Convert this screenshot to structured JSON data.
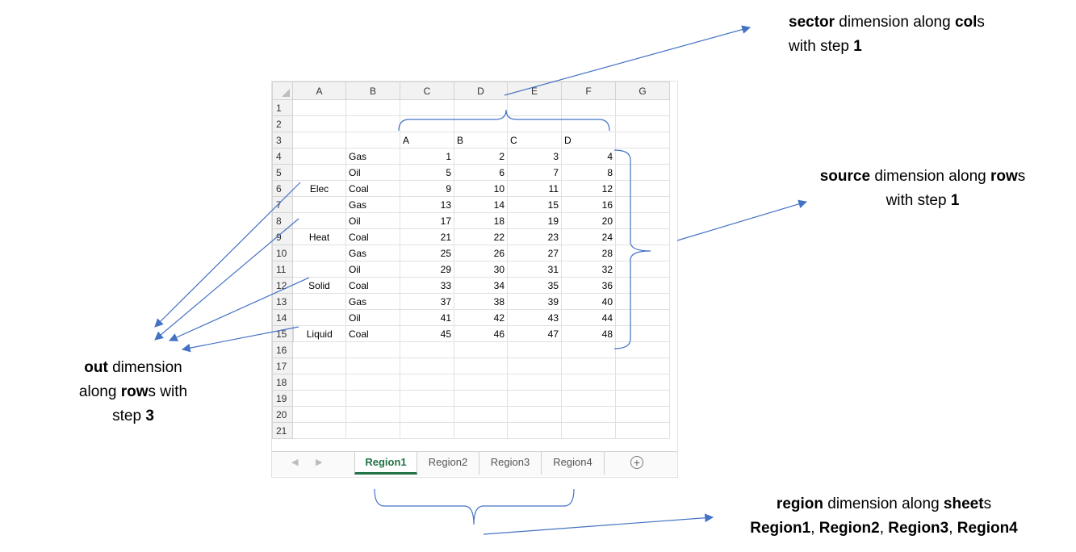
{
  "columns": [
    "A",
    "B",
    "C",
    "D",
    "E",
    "F",
    "G"
  ],
  "row_numbers": [
    "1",
    "2",
    "3",
    "4",
    "5",
    "6",
    "7",
    "8",
    "9",
    "10",
    "11",
    "12",
    "13",
    "14",
    "15",
    "16",
    "17",
    "18",
    "19",
    "20",
    "21"
  ],
  "cells": [
    [
      "",
      "",
      "",
      "",
      "",
      "",
      ""
    ],
    [
      "",
      "",
      "",
      "",
      "",
      "",
      ""
    ],
    [
      "",
      "",
      "A",
      "B",
      "C",
      "D",
      ""
    ],
    [
      "",
      "Gas",
      "1",
      "2",
      "3",
      "4",
      ""
    ],
    [
      "",
      "Oil",
      "5",
      "6",
      "7",
      "8",
      ""
    ],
    [
      "Elec",
      "Coal",
      "9",
      "10",
      "11",
      "12",
      ""
    ],
    [
      "",
      "Gas",
      "13",
      "14",
      "15",
      "16",
      ""
    ],
    [
      "",
      "Oil",
      "17",
      "18",
      "19",
      "20",
      ""
    ],
    [
      "Heat",
      "Coal",
      "21",
      "22",
      "23",
      "24",
      ""
    ],
    [
      "",
      "Gas",
      "25",
      "26",
      "27",
      "28",
      ""
    ],
    [
      "",
      "Oil",
      "29",
      "30",
      "31",
      "32",
      ""
    ],
    [
      "Solid",
      "Coal",
      "33",
      "34",
      "35",
      "36",
      ""
    ],
    [
      "",
      "Gas",
      "37",
      "38",
      "39",
      "40",
      ""
    ],
    [
      "",
      "Oil",
      "41",
      "42",
      "43",
      "44",
      ""
    ],
    [
      "Liquid",
      "Coal",
      "45",
      "46",
      "47",
      "48",
      ""
    ],
    [
      "",
      "",
      "",
      "",
      "",
      "",
      ""
    ],
    [
      "",
      "",
      "",
      "",
      "",
      "",
      ""
    ],
    [
      "",
      "",
      "",
      "",
      "",
      "",
      ""
    ],
    [
      "",
      "",
      "",
      "",
      "",
      "",
      ""
    ],
    [
      "",
      "",
      "",
      "",
      "",
      "",
      ""
    ],
    [
      "",
      "",
      "",
      "",
      "",
      "",
      ""
    ]
  ],
  "active_row": "15",
  "tabs": [
    "Region1",
    "Region2",
    "Region3",
    "Region4"
  ],
  "active_tab": "Region1",
  "nav": {
    "prev": "◀",
    "next": "▶"
  },
  "add_sheet_icon": "plus-circle-icon",
  "annotations": {
    "sector": {
      "b1": "sector",
      "t1": " dimension along ",
      "b2": "col",
      "t2": "s",
      "t3": "with step ",
      "b3": "1"
    },
    "source": {
      "b1": "source",
      "t1": " dimension along ",
      "b2": "row",
      "t2": "s",
      "t3": "with step ",
      "b3": "1"
    },
    "out": {
      "b1": "out",
      "t1": " dimension",
      "t2": "along ",
      "b2": "row",
      "t3": "s with",
      "t4": "step ",
      "b3": "3"
    },
    "region": {
      "b1": "region",
      "t1": " dimension along ",
      "b2": "sheet",
      "t2": "s",
      "b3": "Region1",
      "b4": "Region2",
      "b5": "Region3",
      "b6": "Region4",
      "sep": ", "
    }
  },
  "colors": {
    "arrow": "#4472c4",
    "excel_green": "#217346"
  }
}
